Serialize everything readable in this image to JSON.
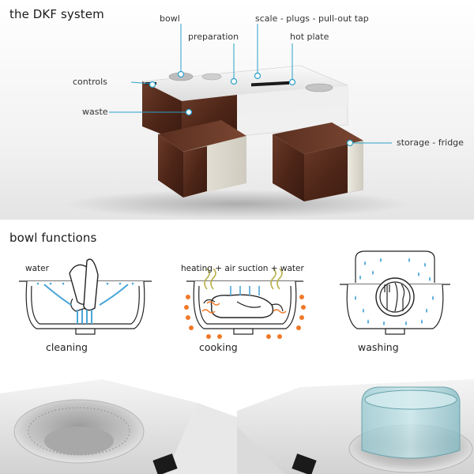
{
  "hero": {
    "title": "the DKF system",
    "callouts": {
      "bowl": "bowl",
      "preparation": "preparation",
      "scale": "scale - plugs - pull-out tap",
      "hot_plate": "hot plate",
      "controls": "controls",
      "waste": "waste",
      "storage": "storage - fridge"
    },
    "accent_color": "#2aa0c8"
  },
  "functions": {
    "title": "bowl functions",
    "cleaning": {
      "label": "cleaning",
      "note": "water"
    },
    "cooking": {
      "label": "cooking",
      "note": "heating + air suction + water"
    },
    "washing": {
      "label": "washing"
    },
    "water_color": "#4aa6d8",
    "heat_color": "#f07a2a"
  }
}
